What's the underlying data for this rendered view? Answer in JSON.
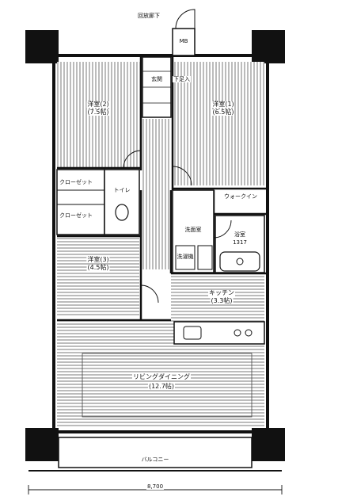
{
  "plan": {
    "corridor": "回放廊下",
    "mb": "MB",
    "entrance": "玄関",
    "storage": "下足入",
    "bedroom2": {
      "name": "洋室(2)",
      "size": "(7.5帖)"
    },
    "bedroom1": {
      "name": "洋室(1)",
      "size": "(6.5帖)"
    },
    "closet": "クローゼット",
    "toilet": "トイレ",
    "walk_in_closet": "ウォークイン",
    "washroom": "洗面室",
    "bathroom": {
      "name": "浴室",
      "size": "1317"
    },
    "laundry": "洗濯機",
    "bedroom3": {
      "name": "洋室(3)",
      "size": "(4.5帖)"
    },
    "kitchen": {
      "name": "キッチン",
      "size": "(3.3帖)"
    },
    "ldk": {
      "name": "リビングダイニング",
      "size": "(12.7帖)"
    },
    "balcony": "バルコニー",
    "dimension": "8,700"
  }
}
